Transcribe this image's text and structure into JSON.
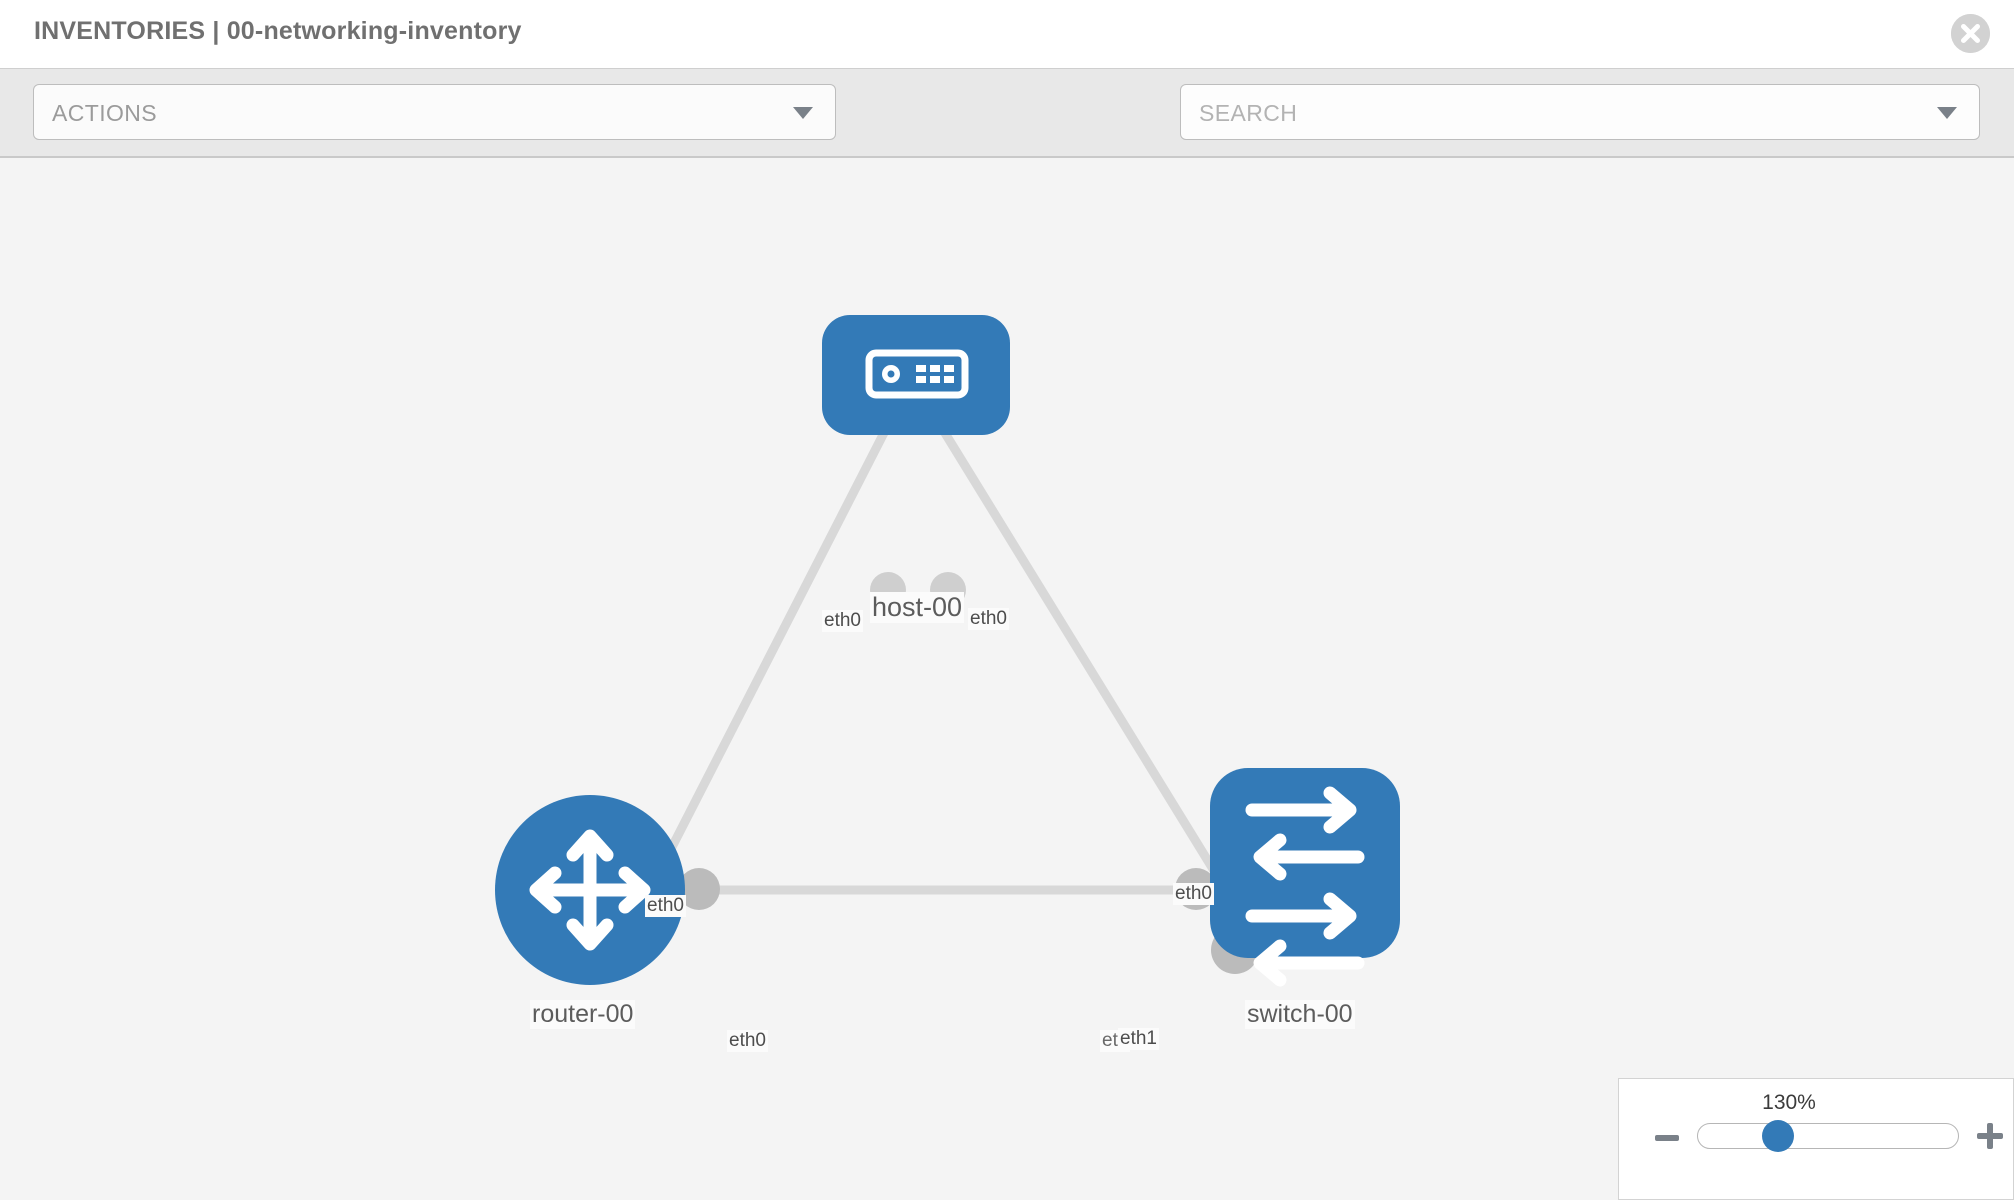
{
  "header": {
    "title": "INVENTORIES | 00-networking-inventory",
    "close_icon": "close-circle-icon"
  },
  "toolbar": {
    "actions_label": "ACTIONS",
    "actions_caret_icon": "chevron-down-icon",
    "wrench_icon": "wrench-icon",
    "key_icon": "key-icon",
    "search_placeholder": "SEARCH",
    "search_caret_icon": "chevron-down-icon"
  },
  "topology": {
    "nodes": [
      {
        "id": "host-00",
        "label": "host-00",
        "type": "host",
        "icon": "server-device-icon",
        "shape": "rounded-square",
        "color": "#337ab7"
      },
      {
        "id": "router-00",
        "label": "router-00",
        "type": "router",
        "icon": "four-arrows-converging-icon",
        "shape": "circle",
        "color": "#337ab7"
      },
      {
        "id": "switch-00",
        "label": "switch-00",
        "type": "switch",
        "icon": "bidirectional-arrows-icon",
        "shape": "rounded-square",
        "color": "#337ab7"
      }
    ],
    "links": [
      {
        "from": "host-00",
        "to": "router-00",
        "from_iface": "eth0",
        "to_iface": "eth0"
      },
      {
        "from": "host-00",
        "to": "switch-00",
        "from_iface": "eth0",
        "to_iface": "eth0"
      },
      {
        "from": "router-00",
        "to": "switch-00",
        "from_iface": "eth0",
        "to_iface": "eth1"
      }
    ],
    "interface_labels": {
      "host_left": "eth0",
      "host_right": "eth0",
      "router_up": "eth0",
      "switch_up": "eth0",
      "router_right": "eth0",
      "switch_left_hidden": "eth",
      "switch_left": "eth1"
    },
    "link_color": "#d8d8d8",
    "interface_nub_color": "#bbbbbb"
  },
  "zoom": {
    "level": "130%",
    "minus_label": "minus-button",
    "plus_label": "plus-button",
    "slider_name": "zoom-slider"
  }
}
